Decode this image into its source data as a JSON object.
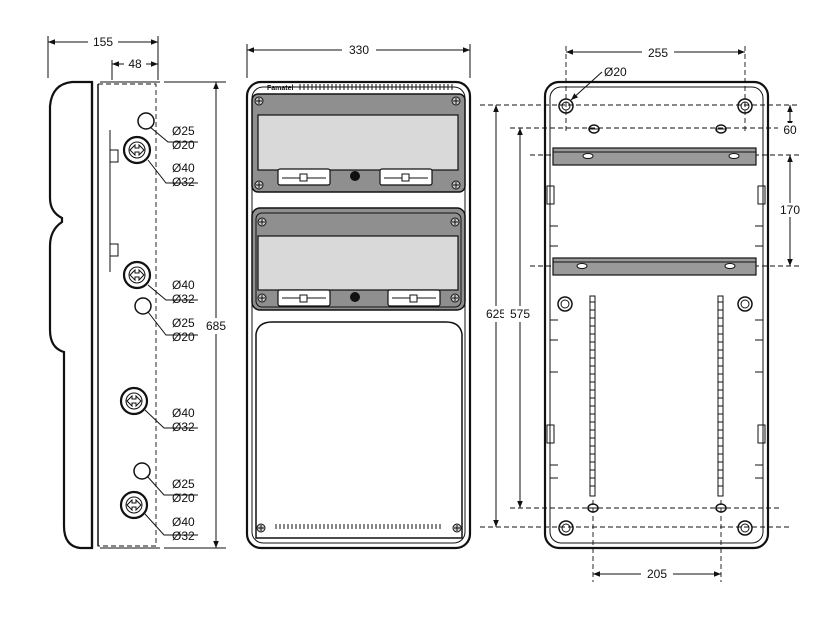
{
  "brand_label": "Famatel",
  "side_view": {
    "dims": {
      "depth_total": "155",
      "depth_lid": "48",
      "height": "685"
    },
    "glands": [
      {
        "large_a": "Ø25",
        "large_b": "Ø20"
      },
      {
        "large_a": "Ø40",
        "large_b": "Ø32"
      },
      {
        "large_a": "Ø40",
        "large_b": "Ø32"
      },
      {
        "large_a": "Ø25",
        "large_b": "Ø20"
      },
      {
        "large_a": "Ø40",
        "large_b": "Ø32"
      },
      {
        "large_a": "Ø25",
        "large_b": "Ø20"
      },
      {
        "large_a": "Ø40",
        "large_b": "Ø32"
      }
    ]
  },
  "front_view": {
    "dims": {
      "width": "330"
    }
  },
  "back_view": {
    "dims": {
      "hole_spacing_x": "255",
      "hole_diameter": "Ø20",
      "top_offset": "60",
      "rail_spacing": "170",
      "hole_spacing_y": "625",
      "inner_spacing_y": "575",
      "bottom_spacing_x": "205"
    }
  }
}
